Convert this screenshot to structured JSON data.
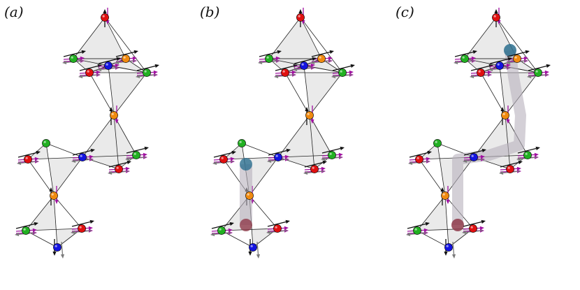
{
  "panels": [
    {
      "label": "(a)",
      "path": "none"
    },
    {
      "label": "(b)",
      "path": "short"
    },
    {
      "label": "(c)",
      "path": "long"
    }
  ],
  "colors": {
    "face": "#e6e6e6",
    "edge": "#222222",
    "site_red": "#e01010",
    "site_green": "#22b022",
    "site_blue": "#1414e0",
    "site_orange": "#f08a10",
    "arrow_black": "#111111",
    "arrow_magenta": "#a010a0",
    "arrow_grey": "#7a7a7a",
    "path_band": "#b8b0bc",
    "path_start": "#2b6e8e",
    "path_end": "#8e3a4a"
  }
}
